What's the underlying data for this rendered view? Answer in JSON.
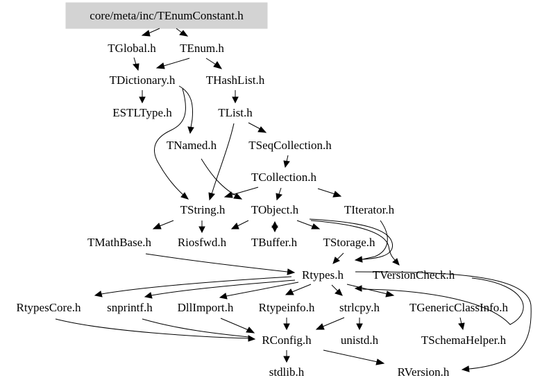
{
  "graph": {
    "root": "core/meta/inc/TEnumConstant.h",
    "nodes": {
      "tglobal": "TGlobal.h",
      "tenum": "TEnum.h",
      "tdictionary": "TDictionary.h",
      "thashlist": "THashList.h",
      "estltype": "ESTLType.h",
      "tlist": "TList.h",
      "tnamed": "TNamed.h",
      "tseqcollection": "TSeqCollection.h",
      "tcollection": "TCollection.h",
      "tstring": "TString.h",
      "tobject": "TObject.h",
      "titerator": "TIterator.h",
      "tmathbase": "TMathBase.h",
      "riosfwd": "Riosfwd.h",
      "tbuffer": "TBuffer.h",
      "tstorage": "TStorage.h",
      "rtypes": "Rtypes.h",
      "tversioncheck": "TVersionCheck.h",
      "rtypescore": "RtypesCore.h",
      "snprintf": "snprintf.h",
      "dllimport": "DllImport.h",
      "rtypeinfo": "Rtypeinfo.h",
      "strlcpy": "strlcpy.h",
      "tgenericclassinfo": "TGenericClassInfo.h",
      "rconfig": "RConfig.h",
      "unistd": "unistd.h",
      "tschemahelper": "TSchemaHelper.h",
      "stdlib": "stdlib.h",
      "rversion": "RVersion.h"
    }
  }
}
